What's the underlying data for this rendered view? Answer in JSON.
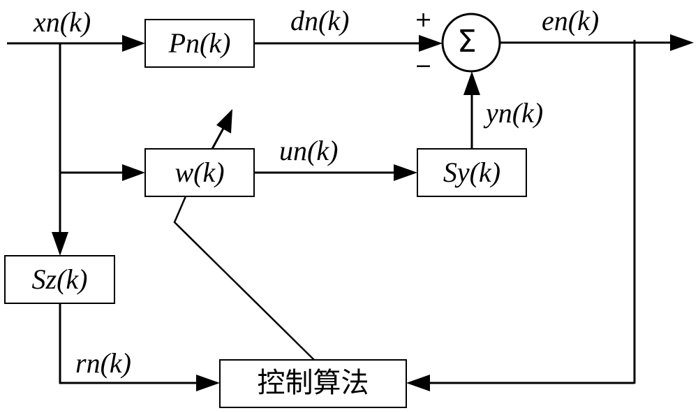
{
  "diagram": {
    "type": "adaptive-control-block-diagram",
    "signals": {
      "input": "xn(k)",
      "disturbance": "dn(k)",
      "error": "en(k)",
      "control_output": "un(k)",
      "secondary_output": "yn(k)",
      "reference": "rn(k)"
    },
    "blocks": {
      "primary_path": "Pn(k)",
      "adaptive_filter": "w(k)",
      "secondary_path": "Sy(k)",
      "secondary_path_model": "Sz(k)",
      "control_algorithm": "控制算法"
    },
    "summing_junction": {
      "symbol": "Σ",
      "plus": "+",
      "minus": "−"
    },
    "stroke_color": "#000000",
    "background": "#ffffff"
  }
}
